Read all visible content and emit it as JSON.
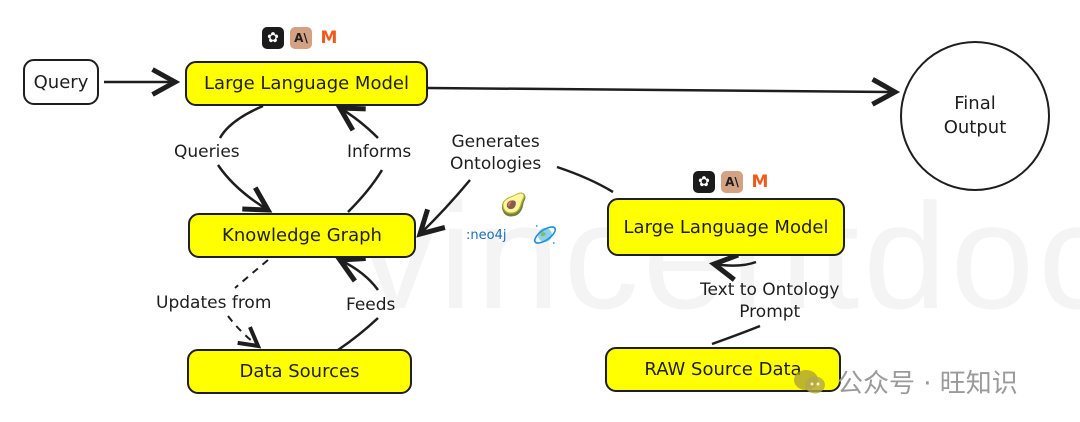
{
  "nodes": {
    "query": "Query",
    "llm_main": "Large Language Model",
    "knowledge_graph": "Knowledge Graph",
    "data_sources": "Data Sources",
    "llm_ontology": "Large Language Model",
    "raw_source_data": "RAW Source Data",
    "final_output_line1": "Final",
    "final_output_line2": "Output"
  },
  "edge_labels": {
    "queries": "Queries",
    "informs": "Informs",
    "generates_line1": "Generates",
    "generates_line2": "Ontologies",
    "updates_from": "Updates from",
    "feeds": "Feeds",
    "text_to_ontology_line1": "Text to Ontology",
    "text_to_ontology_line2": "Prompt"
  },
  "logos": {
    "llm_providers": [
      "openai-icon",
      "anthropic-icon",
      "mistral-icon"
    ],
    "anthropic_text": "A\\",
    "mistral_text": "M",
    "openai_glyph": "✿",
    "graph_dbs": [
      "avocado-icon",
      "neo4j-icon",
      "cosmos-db-icon"
    ],
    "neo4j_text": ":neo4j",
    "avocado_glyph": "🥑"
  },
  "watermark": {
    "background_text": "vincentdoc",
    "account_text": "公众号 · 旺知识"
  },
  "colors": {
    "node_fill": "#ffff00",
    "stroke": "#1e1e1e",
    "watermark": "#9a9a9a"
  }
}
